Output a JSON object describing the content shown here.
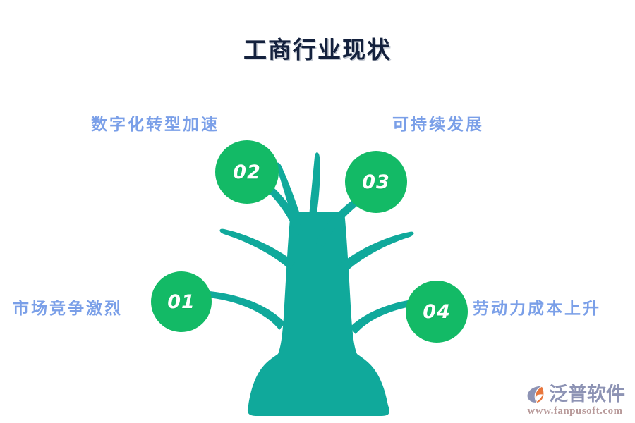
{
  "page": {
    "title": "工商行业现状",
    "background_color": "#ffffff"
  },
  "theme": {
    "title_color": "#14213d",
    "trunk_color": "#10a99b",
    "node_color": "#13ba66",
    "node_number_color": "#ffffff",
    "label_color": "#7a9fe8",
    "logo_word_color": "#8d93b4",
    "logo_url_color": "#b89a9a",
    "logo_accent_color": "#e8763c"
  },
  "diagram": {
    "type": "tree-infographic",
    "node_count": 4,
    "nodes": [
      {
        "id": "01",
        "number": "01",
        "label": "市场竞争激烈",
        "position": "lower-left",
        "label_side": "left"
      },
      {
        "id": "02",
        "number": "02",
        "label": "数字化转型加速",
        "position": "upper-left",
        "label_side": "above"
      },
      {
        "id": "03",
        "number": "03",
        "label": "可持续发展",
        "position": "upper-right",
        "label_side": "above"
      },
      {
        "id": "04",
        "number": "04",
        "label": "劳动力成本上升",
        "position": "lower-right",
        "label_side": "right"
      }
    ]
  },
  "watermark": {
    "brand": "泛普软件",
    "url": "www.fanpusoft.com",
    "icon": "fanpu-leaf-logo-icon"
  }
}
